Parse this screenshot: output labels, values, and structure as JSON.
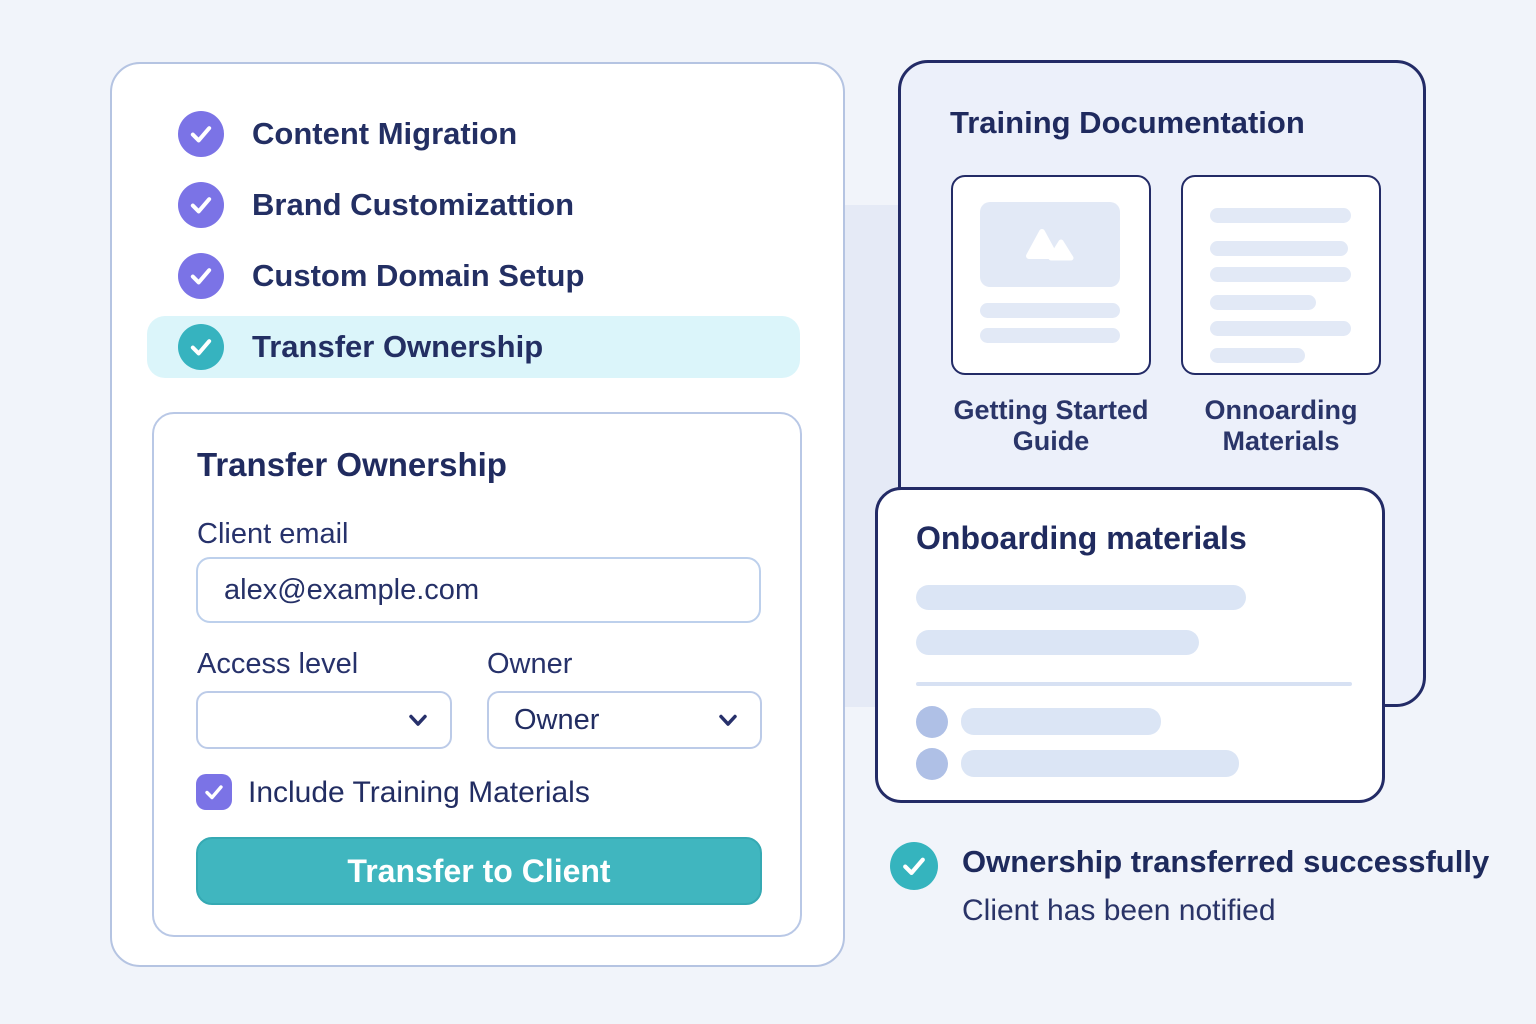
{
  "colors": {
    "page_background": "#F1F4FA",
    "accent_purple": "#7B73E6",
    "accent_teal": "#36B3BF",
    "navy_text": "#222D63",
    "dark_border": "#232B66",
    "highlight_row": "#DBF5FA",
    "placeholder": "#DBE5F5"
  },
  "checklist": {
    "items": [
      {
        "label": "Content Migration",
        "icon": "check-icon",
        "icon_color": "#7B73E6",
        "active": false
      },
      {
        "label": "Brand Customizattion",
        "icon": "check-icon",
        "icon_color": "#7B73E6",
        "active": false
      },
      {
        "label": "Custom Domain Setup",
        "icon": "check-icon",
        "icon_color": "#7B73E6",
        "active": false
      },
      {
        "label": "Transfer Ownership",
        "icon": "check-icon",
        "icon_color": "#36B3BF",
        "active": true
      }
    ]
  },
  "transfer_form": {
    "title": "Transfer Ownership",
    "client_email_label": "Client email",
    "client_email_value": "alex@example.com",
    "access_level_label": "Access level",
    "access_level_value": "",
    "owner_label": "Owner",
    "owner_value": "Owner",
    "include_training_label": "Include Training Materials",
    "include_training_checked": true,
    "submit_label": "Transfer to Client"
  },
  "training_documentation": {
    "title": "Training Documentation",
    "docs": [
      {
        "label": "Getting Started Guide",
        "thumbnail": "image-placeholder-with-mountains"
      },
      {
        "label": "Onnoarding Materials",
        "thumbnail": "text-lines-placeholder"
      }
    ]
  },
  "onboarding_panel": {
    "title": "Onboarding materials"
  },
  "status": {
    "title": "Ownership transferred successfully",
    "subtitle": "Client has been notified",
    "icon": "check-icon",
    "icon_color": "#35B4BE"
  }
}
